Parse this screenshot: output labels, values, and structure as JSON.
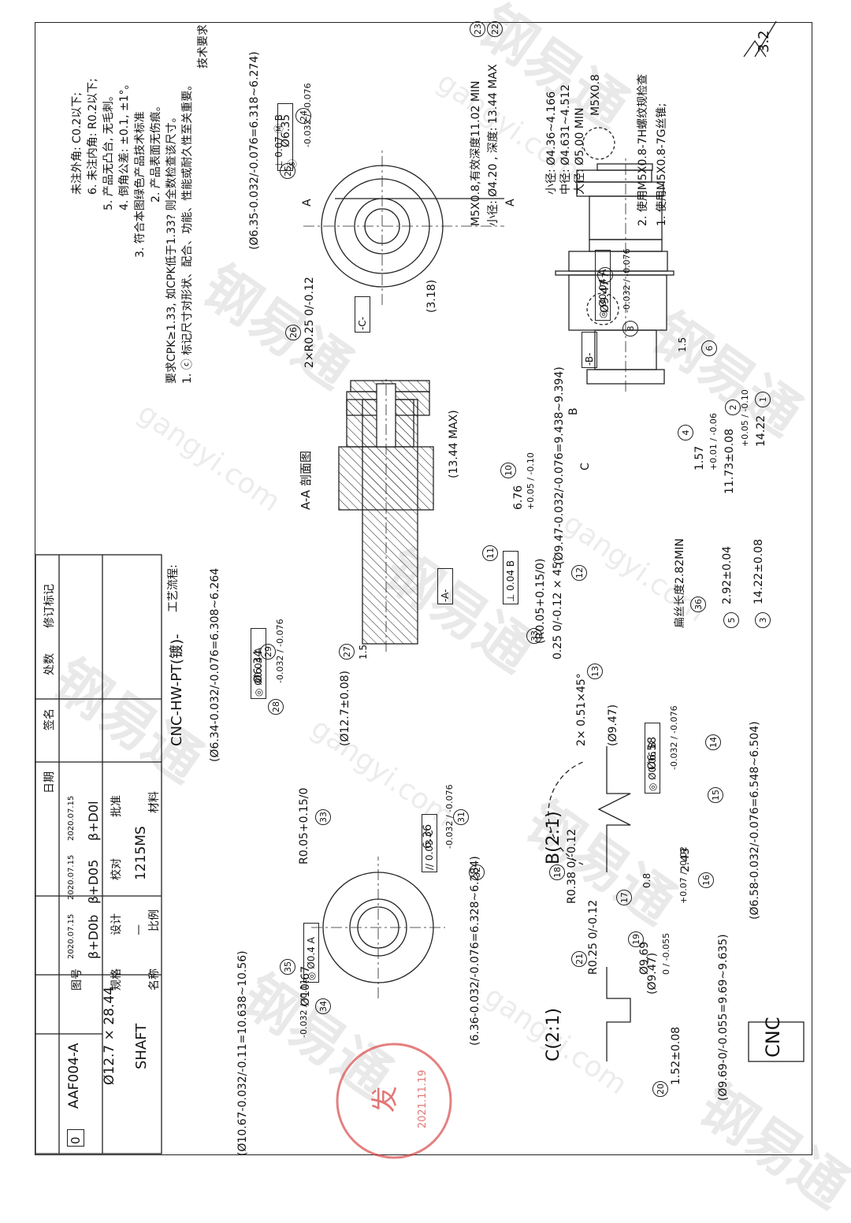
{
  "surface_finish": {
    "main": "3.2"
  },
  "notes_top": [
    "1. 使用M5X0.8-7G丝锥;",
    "2. 使用M5X0.8-7H螺纹规检查"
  ],
  "thread": {
    "title": "M5X0.8",
    "major": "大径: Ø5.00 MIN",
    "pitch": "中径: Ø4.631~4.512",
    "minor": "小径: Ø4.36~4.166"
  },
  "callouts": {
    "c22": "22",
    "c22_text": "小径: Ø4.20 , 深度: 13.44 MAX",
    "c23": "23",
    "c23_text": "M5X0.8,有效深度11.02 MIN"
  },
  "tech": {
    "title": "技术要求",
    "items": [
      "1. ⓒ 标记尺寸对形状、配合、功能、性能或耐久性至关重要。",
      "要求CPK≥1.33, 如CPK低于1.33? 则全数检查该尺寸。",
      "2. 产品表面无伤痕。",
      "3. 符合本图绿色产品技术标准",
      "4. 倒角公差: ±0.1, ±1°。",
      "5. 产品无凸台, 无毛刺。",
      "6. 未注内角: R0.2以下;",
      "未注外角: C0.2以下;"
    ]
  },
  "dims": {
    "d24_ref": "(Ø6.35-0.032/-0.076=6.318~6.274)",
    "d24": "Ø6.35",
    "d24_tol": "-0.032 / -0.076",
    "gdt25": "⊥ 0.07 Ⓜ B Ⓢ",
    "n24": "24",
    "n25": "25",
    "d7_ref": "(Ø9.47-0.032/-0.076=9.438~9.394)",
    "d7": "Ø9.47",
    "d7_tol": "-0.032 / -0.076",
    "gdt8": "◎ Ø0.04 A",
    "n7": "7",
    "n8": "8",
    "n6": "6",
    "f6": "1.5",
    "d1": "14.22",
    "d1_tol": "+0.05 / -0.10",
    "d2": "11.73±0.08",
    "d4": "1.57",
    "d4_tol": "+0.01 / -0.06",
    "d10": "6.76",
    "d10_tol": "+0.05 / -0.10",
    "d3": "14.22±0.08",
    "d5": "2.92±0.04",
    "n1": "1",
    "n2": "2",
    "n3": "3",
    "n4": "4",
    "n5": "5",
    "n10": "10",
    "n11": "11",
    "gdt11": "⊥ 0.04 B",
    "d12": "0.25 0/-0.12 × 45°",
    "n12": "12",
    "d33a": "(R0.05+0.15/0)",
    "n33a": "33",
    "d36": "扁丝长度2.82MIN",
    "n36": "36",
    "d13": "2× 0.51×45°",
    "n13": "13",
    "datum_a": "-A-",
    "datum_b": "-B-",
    "datum_c": "-C-",
    "sec_a": "A",
    "d318": "(3.18)",
    "d26": "2×R0.25 0/-0.12",
    "n26": "26",
    "d1344": "(13.44 MAX)",
    "sec_title": "A-A 剖面图",
    "d29_ref": "(Ø6.34-0.032/-0.076=6.308~6.264",
    "d29": "Ø6.34",
    "d29_tol": "-0.032 / -0.076",
    "gdt28": "◎ Ø0.04 A",
    "n29": "29",
    "n28": "28",
    "n27": "27",
    "f27": "1.5",
    "d127": "(Ø12.7±0.08)",
    "lbl_b": "B",
    "lbl_c": "C"
  },
  "detail_b": {
    "title": "B(2:1)",
    "d947": "(Ø9.47)",
    "d14": "Ø6.58",
    "d14_tol": "-0.032 / -0.076",
    "d14_ref": "(Ø6.58-0.032/-0.076=6.548~6.504)",
    "gdt15": "◎ Ø0.06 B",
    "d16": "2.43",
    "d16_tol": "+0.07 / -0.02",
    "d18": "R0.38 0/-0.12",
    "f17": "0.8",
    "n14": "14",
    "n15": "15",
    "n16": "16",
    "n17": "17",
    "n18": "18"
  },
  "detail_c": {
    "title": "C(2:1)",
    "d19": "Ø9.69",
    "d19_tol": "0 / -0.055",
    "d19_ref": "(Ø9.69-0/-0.055=9.69~9.635)",
    "d947": "(Ø9.47)",
    "d21": "R0.25 0/-0.12",
    "d20": "1.52±0.08",
    "n19": "19",
    "n20": "20",
    "n21": "21"
  },
  "end_view": {
    "d31": "6.36",
    "d31_tol": "-0.032 / -0.076",
    "gdt32": "// 0.03 C",
    "d32_ref": "(6.36-0.032/-0.076=6.328~6.284)",
    "d33": "R0.05+0.15/0",
    "d34_ref": "(Ø10.67-0.032/-0.11=10.638~10.56)",
    "d34": "Ø10.67",
    "d34_tol": "-0.032 / -0.11",
    "gdt35": "◎ Ø0.4 A",
    "n31": "31",
    "n32": "32",
    "n33": "33",
    "n34": "34",
    "n35": "35"
  },
  "cnc_box": "CNC",
  "title_block": {
    "process_label": "工艺流程:",
    "process": "CNC-HW-PT(镀)-",
    "material_label": "材料",
    "material": "1215MS",
    "scale_label": "比例",
    "scale": "—",
    "name_label": "名称",
    "name": "SHAFT",
    "approve_label": "批准",
    "approve_sig": "β+D0l",
    "check_label": "校对",
    "check_sig": "β+D05",
    "design_label": "设计",
    "design_sig": "β+D0b",
    "date1": "2020.07.15",
    "date2": "2020.07.15",
    "date3": "2020.07.15",
    "spec_label": "规格",
    "spec": "Ø12.7 × 28.44",
    "dwg_label": "图号",
    "dwg": "AAF004-A",
    "rev": "0",
    "rev_mark": "修订标记",
    "count": "处数",
    "sign": "签名",
    "date": "日期"
  },
  "stamp": {
    "date": "2021.11.19",
    "char": "发"
  },
  "watermark": {
    "cn": "钢易通",
    "url": "gangyi.com"
  }
}
